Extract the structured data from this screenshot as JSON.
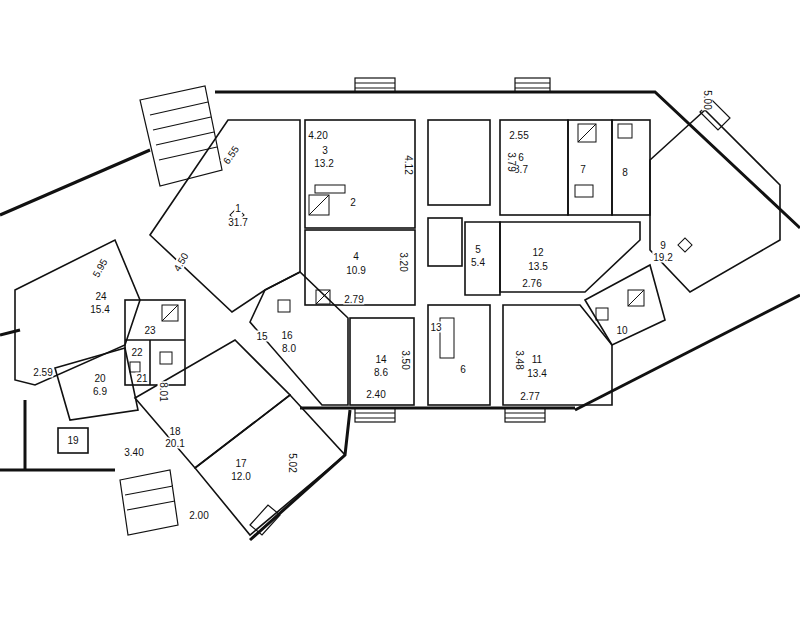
{
  "diagram": {
    "labels": [
      "6.55",
      "4.20",
      "3",
      "13.2",
      "4.12",
      "2",
      "1",
      "31.7",
      "4.50",
      "5.95",
      "4",
      "10.9",
      "3.20",
      "2.79",
      "5",
      "5.4",
      "2.55",
      "6",
      "8.7",
      "3.79",
      "7",
      "8",
      "5.00",
      "9",
      "19.2",
      "12",
      "13.5",
      "2.76",
      "10",
      "11",
      "13.4",
      "3.48",
      "2.77",
      "24",
      "15.4",
      "23",
      "22",
      "21",
      "2.59",
      "20",
      "6.9",
      "19",
      "18",
      "20.1",
      "8.01",
      "3.40",
      "17",
      "12.0",
      "5.02",
      "2.00",
      "16",
      "8.0",
      "15",
      "14",
      "8.6",
      "3.50",
      "2.40",
      "13",
      "6"
    ]
  }
}
